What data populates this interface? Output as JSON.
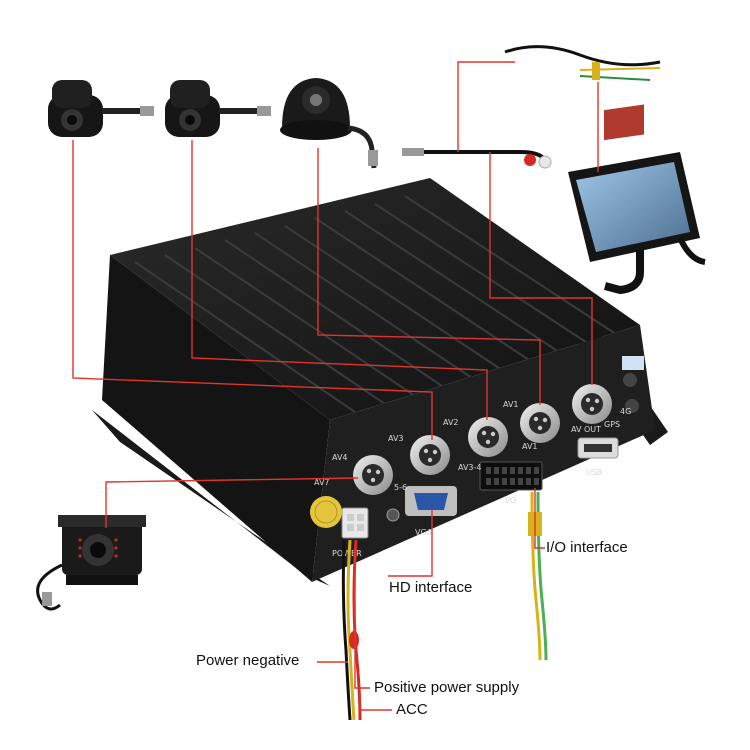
{
  "callouts": {
    "io_interface": "I/O interface",
    "hd_interface": "HD interface",
    "power_negative": "Power negative",
    "positive_power_supply": "Positive power supply",
    "acc": "ACC"
  },
  "panel_labels": {
    "av1": "AV1",
    "av2": "AV2",
    "av3": "AV3",
    "av4": "AV4",
    "av7": "AV7",
    "av1_lower": "AV1",
    "av3_4": "AV3-4",
    "av5_6": "5-6",
    "vga": "VGA",
    "io": "I/O",
    "power": "POWER",
    "usb": "USB",
    "av_out": "AV OUT",
    "gps": "GPS",
    "g4": "4G"
  },
  "colors": {
    "connector_line": "#e0352b",
    "device_body": "#1c1c1c",
    "port_metal": "#c8c8c8",
    "wire_red": "#d42a22",
    "wire_yellow": "#e8c400",
    "wire_green": "#4caf50"
  }
}
